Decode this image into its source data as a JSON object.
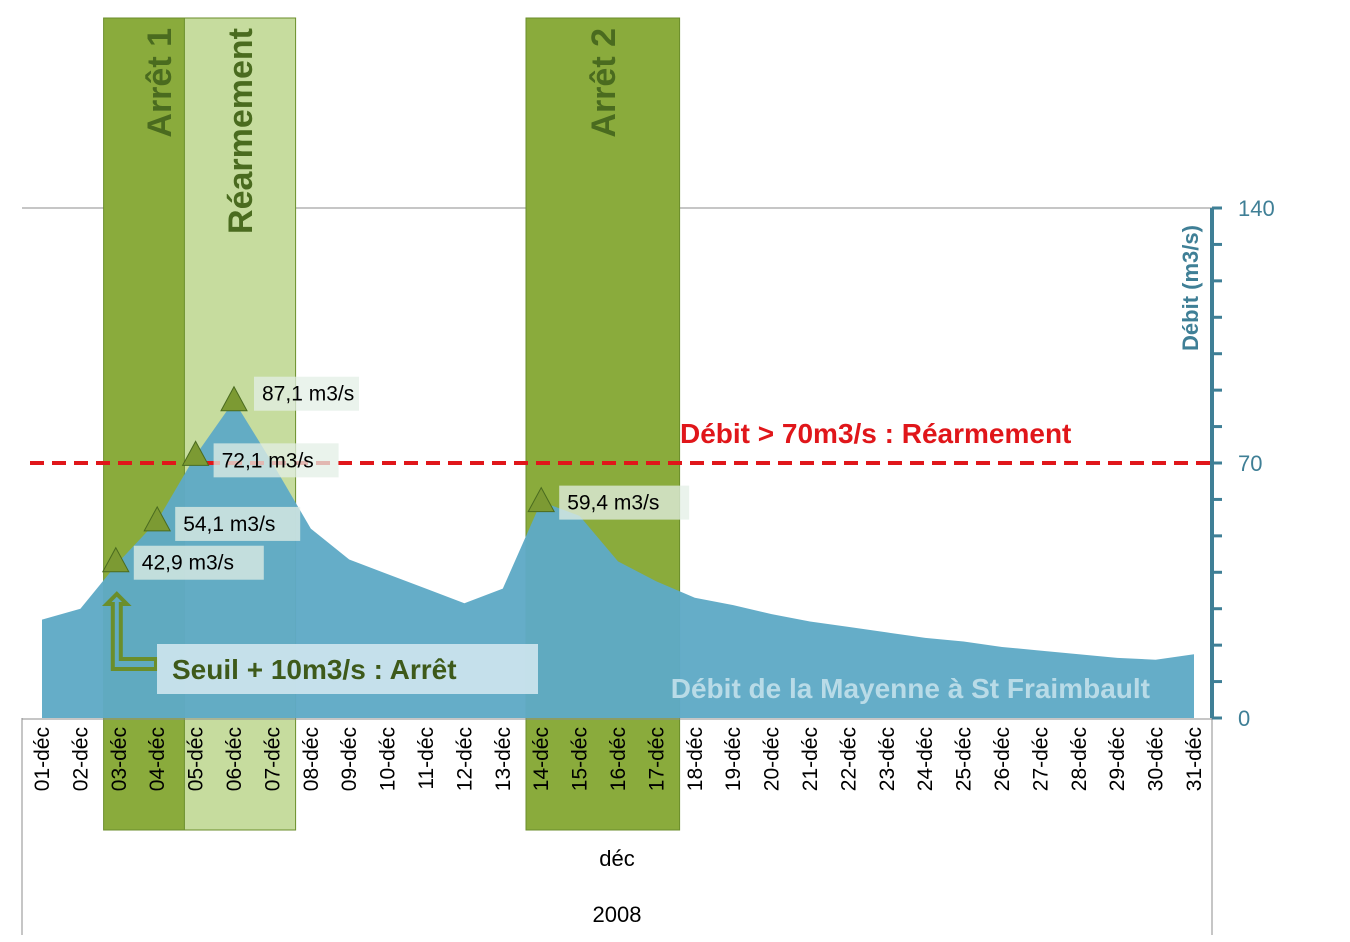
{
  "chart_data": {
    "type": "area",
    "categories": [
      "01-déc",
      "02-déc",
      "03-déc",
      "04-déc",
      "05-déc",
      "06-déc",
      "07-déc",
      "08-déc",
      "09-déc",
      "10-déc",
      "11-déc",
      "12-déc",
      "13-déc",
      "14-déc",
      "15-déc",
      "16-déc",
      "17-déc",
      "18-déc",
      "19-déc",
      "20-déc",
      "21-déc",
      "22-déc",
      "23-déc",
      "24-déc",
      "25-déc",
      "26-déc",
      "27-déc",
      "28-déc",
      "29-déc",
      "30-déc",
      "31-déc"
    ],
    "series": [
      {
        "name": "Débit de la Mayenne à St Fraimbault",
        "values": [
          27,
          30,
          42.9,
          54.1,
          72.1,
          87.1,
          70,
          52,
          43.5,
          39.5,
          35.5,
          31.5,
          35.5,
          59.4,
          55.5,
          43,
          37.5,
          33,
          31,
          28.5,
          26.5,
          25,
          23.5,
          22,
          21,
          19.5,
          18.5,
          17.5,
          16.5,
          16,
          17.5
        ]
      }
    ],
    "ylabel": "Débit (m3/s)",
    "ylim": [
      0,
      140
    ],
    "yticks": [
      "0",
      "70",
      "140"
    ],
    "xgroup_labels": [
      "déc",
      "2008"
    ],
    "threshold": {
      "value": 70,
      "label": "Débit > 70m3/s : Réarmement",
      "color": "#e0161a"
    },
    "bands": [
      {
        "label": "Arrêt 1",
        "from": 2,
        "to": 4,
        "color": "#8aab3c"
      },
      {
        "label": "Réarmement",
        "from": 4,
        "to": 6,
        "color": "#c6dc9e"
      },
      {
        "label": "Arrêt 2",
        "from": 13,
        "to": 16,
        "color": "#8aab3c"
      }
    ],
    "annotations": [
      {
        "index": 2,
        "value": 42.9,
        "label": "42,9 m3/s"
      },
      {
        "index": 3,
        "value": 54.1,
        "label": "54,1 m3/s"
      },
      {
        "index": 4,
        "value": 72.1,
        "label": "72,1 m3/s"
      },
      {
        "index": 5,
        "value": 87.1,
        "label": "87,1 m3/s"
      },
      {
        "index": 13,
        "value": 59.4,
        "label": "59,4 m3/s"
      }
    ],
    "seuil_label": "Seuil + 10m3/s : Arrêt",
    "colors": {
      "area": "#5faac6",
      "axis": "#3f7f96",
      "marker": "#7c9a33",
      "band_dark": "#8aab3c",
      "band_light": "#c6dc9e"
    }
  }
}
